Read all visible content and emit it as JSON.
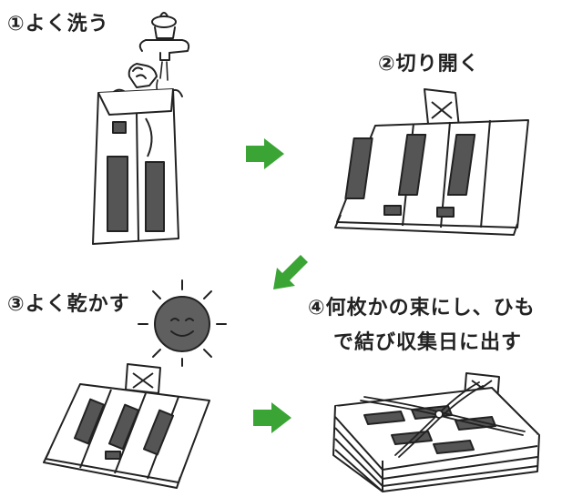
{
  "steps": [
    {
      "label": "①よく洗う"
    },
    {
      "label": "②切り開く"
    },
    {
      "label": "③よく乾かす"
    },
    {
      "label_line1": "④何枚かの束にし、ひも",
      "label_line2": "で結び収集日に出す"
    }
  ],
  "colors": {
    "arrow": "#3aa535",
    "ink": "#222222",
    "panel": "#555555",
    "sun": "#5f5f5f"
  }
}
